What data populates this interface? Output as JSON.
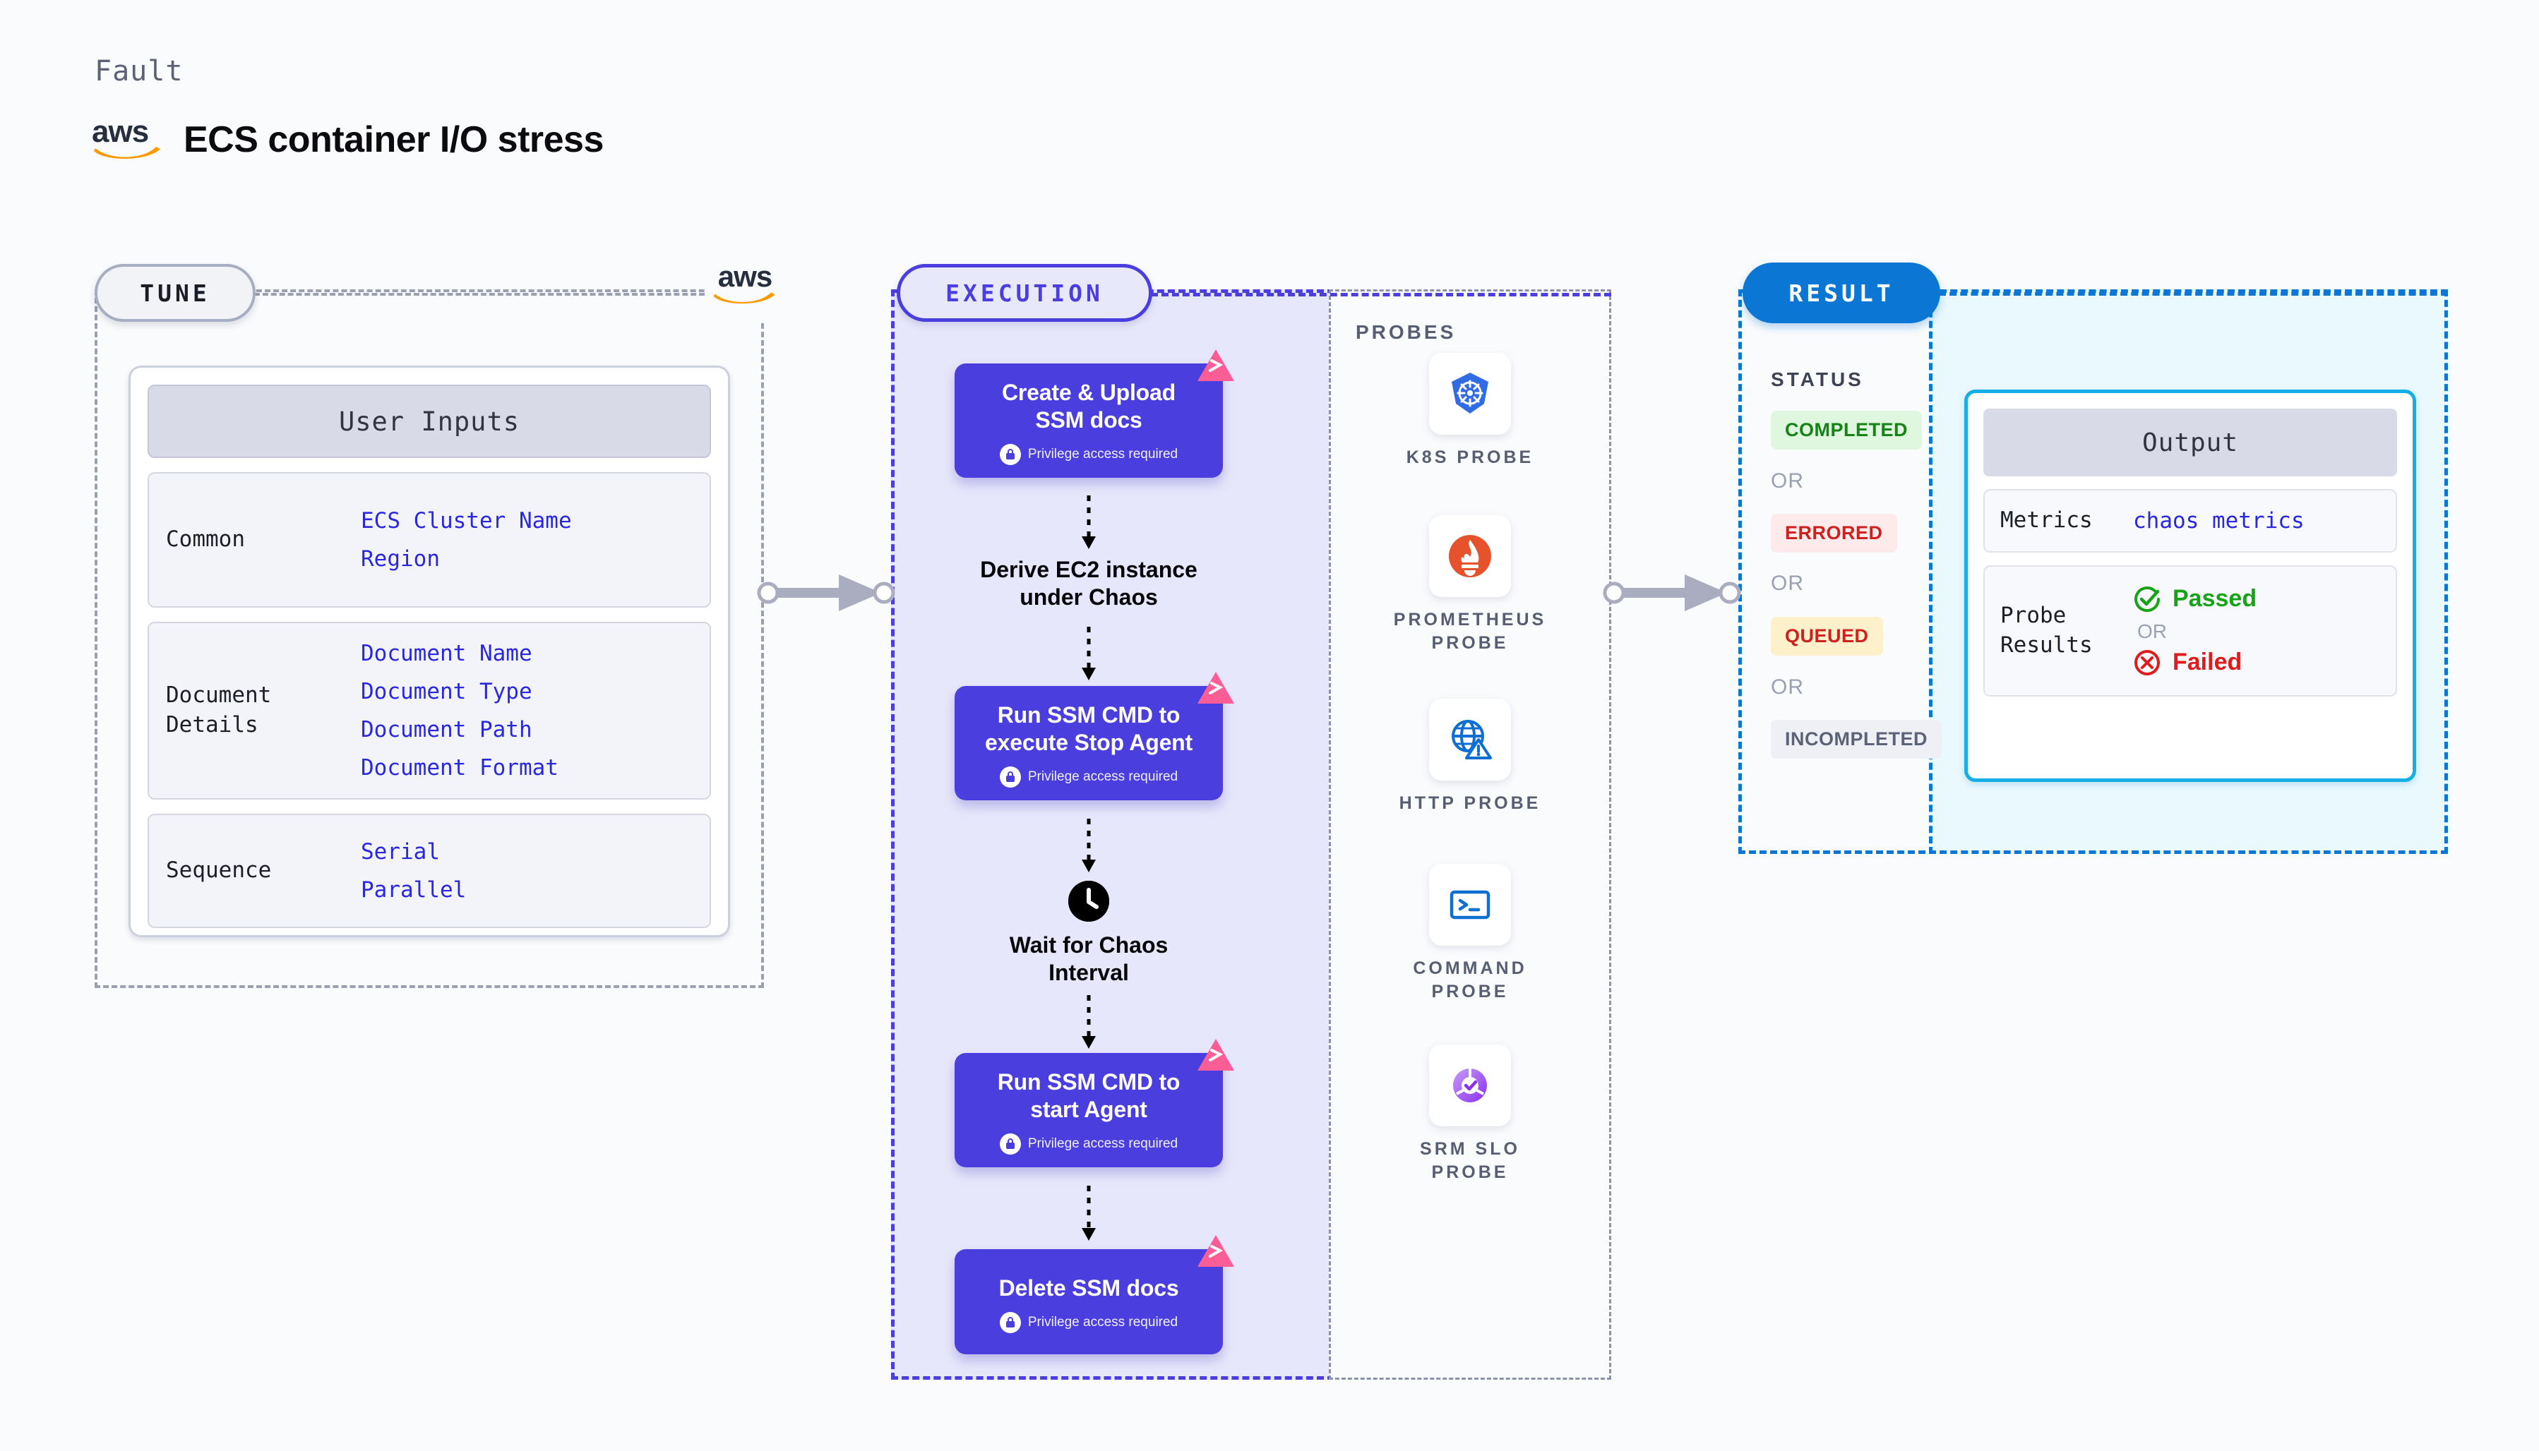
{
  "header": {
    "kicker": "Fault",
    "title": "ECS container I/O stress",
    "logo_alt": "aws-logo",
    "aws_wordmark": "aws"
  },
  "stages": {
    "tune": {
      "pill_label": "TUNE",
      "logo_alt": "aws-logo",
      "aws_wordmark": "aws"
    },
    "execution": {
      "pill_label": "EXECUTION"
    },
    "result": {
      "pill_label": "RESULT"
    }
  },
  "tune": {
    "card_title": "User Inputs",
    "sections": [
      {
        "label": "Common",
        "values": [
          "ECS Cluster Name",
          "Region"
        ]
      },
      {
        "label": "Document\nDetails",
        "values": [
          "Document Name",
          "Document Type",
          "Document Path",
          "Document Format"
        ]
      },
      {
        "label": "Sequence",
        "values": [
          "Serial",
          "Parallel"
        ]
      }
    ]
  },
  "execution": {
    "steps": [
      {
        "type": "box",
        "title": "Create & Upload\nSSM docs",
        "note": "Privilege access required",
        "badge": "chaos-badge"
      },
      {
        "type": "plain",
        "title": "Derive EC2 instance\nunder Chaos",
        "icon": ""
      },
      {
        "type": "box",
        "title": "Run SSM CMD to\nexecute Stop Agent",
        "note": "Privilege access required",
        "badge": "chaos-badge"
      },
      {
        "type": "plain",
        "title": "Wait for Chaos\nInterval",
        "icon": "clock-icon"
      },
      {
        "type": "box",
        "title": "Run SSM CMD to\nstart Agent",
        "note": "Privilege access required",
        "badge": "chaos-badge"
      },
      {
        "type": "box",
        "title": "Delete SSM docs",
        "note": "Privilege access required",
        "badge": "chaos-badge"
      }
    ]
  },
  "probes": {
    "label": "PROBES",
    "items": [
      {
        "caption": "K8S PROBE",
        "icon": "kubernetes-icon"
      },
      {
        "caption": "PROMETHEUS\nPROBE",
        "icon": "prometheus-icon"
      },
      {
        "caption": "HTTP PROBE",
        "icon": "globe-warning-icon"
      },
      {
        "caption": "COMMAND\nPROBE",
        "icon": "terminal-icon"
      },
      {
        "caption": "SRM SLO\nPROBE",
        "icon": "srm-slo-icon"
      }
    ]
  },
  "result": {
    "status_label": "STATUS",
    "or_label": "OR",
    "badges": [
      {
        "label": "COMPLETED",
        "bg": "#def7de",
        "fg": "#168316"
      },
      {
        "label": "ERRORED",
        "bg": "#fdeaea",
        "fg": "#cf2020"
      },
      {
        "label": "QUEUED",
        "bg": "#fdf1cb",
        "fg": "#cf2020"
      },
      {
        "label": "INCOMPLETED",
        "bg": "#eef0f5",
        "fg": "#5c6378"
      }
    ]
  },
  "output": {
    "card_title": "Output",
    "metrics_label": "Metrics",
    "metrics_value": "chaos metrics",
    "probe_results_label": "Probe\nResults",
    "passed_label": "Passed",
    "or_label": "OR",
    "failed_label": "Failed"
  },
  "colors": {
    "purple": "#4b3ede",
    "blue": "#0c76d4",
    "cyan": "#16aee6",
    "pink": "#fb5e96",
    "gray": "#9aa0b0",
    "link_blue": "#2a27e0"
  }
}
